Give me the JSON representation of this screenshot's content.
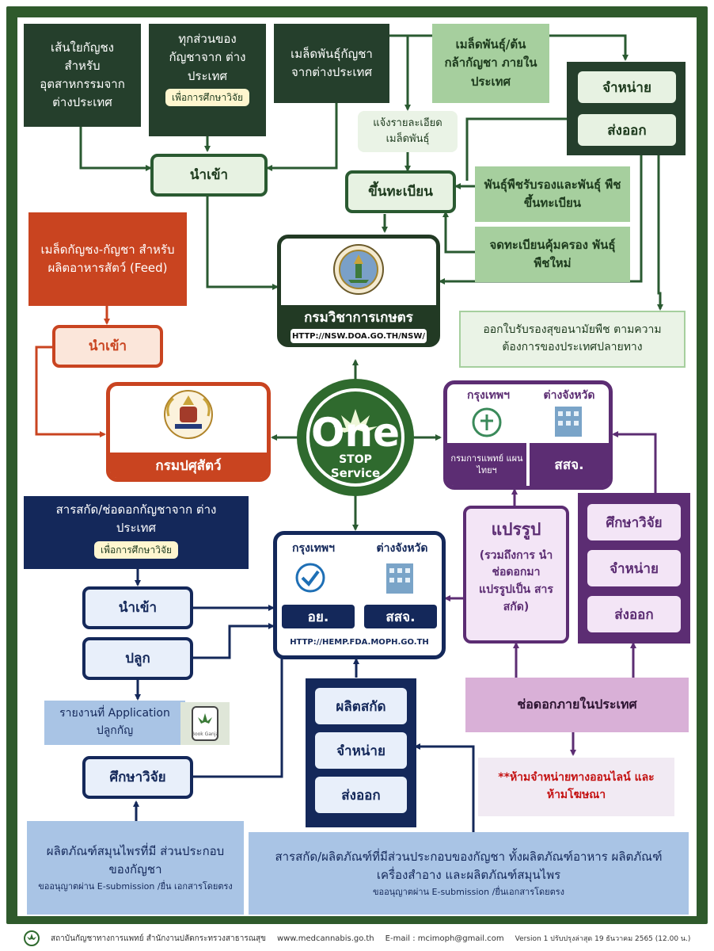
{
  "colors": {
    "dark_green": "#2f5a2c",
    "orange": "#c94420",
    "navy": "#14285a",
    "purple": "#5c2d73",
    "pink": "#d9b0d7",
    "light_blue": "#a9c4e5"
  },
  "doa": {
    "fiber": "เส้นใยกัญชง สำหรับ อุตสาหกรรมจาก ต่างประเทศ",
    "parts": "ทุกส่วนของ กัญชาจาก ต่างประเทศ",
    "parts_note": "เพื่อการศึกษาวิจัย",
    "seeds_foreign": "เมล็ดพันธุ์กัญชา จากต่างประเทศ",
    "seeds_domestic": "เมล็ดพันธุ์/ต้น กล้ากัญชา ภายในประเทศ",
    "distribute": "จำหน่าย",
    "export": "ส่งออก",
    "seed_detail": "แจ้งรายละเอียด เมล็ดพันธุ์",
    "import": "นำเข้า",
    "register": "ขึ้นทะเบียน",
    "certified": "พันธุ์พืชรับรองและพันธุ์ พืชขึ้นทะเบียน",
    "protect": "จดทะเบียนคุ้มครอง พันธุ์พืชใหม่",
    "dept_name": "กรมวิชาการเกษตร",
    "dept_url": "HTTP://NSW.DOA.GO.TH/NSW/",
    "phyto": "ออกใบรับรองสุขอนามัยพืช ตามความ ต้องการของประเทศปลายทาง"
  },
  "dld": {
    "feed": "เมล็ดกัญชง-กัญชา สำหรับผลิตอาหารสัตว์ (Feed)",
    "import": "นำเข้า",
    "dept_name": "กรมปศุสัตว์"
  },
  "center": {
    "line1": "One",
    "line2": "STOP",
    "line3": "Service"
  },
  "fda": {
    "extract_foreign": "สารสกัด/ช่อดอกกัญชาจาก ต่างประเทศ",
    "extract_note": "เพื่อการศึกษาวิจัย",
    "import": "นำเข้า",
    "plant": "ปลูก",
    "report": "รายงานที่ Application ปลูกกัญ",
    "app_icon_label": "Book Ganja",
    "research": "ศึกษาวิจัย",
    "bkk": "กรุงเทพฯ",
    "province": "ต่างจังหวัด",
    "fda_label": "อย.",
    "ssj_label": "สสจ.",
    "fda_url": "HTTP://HEMP.FDA.MOPH.GO.TH",
    "produce": "ผลิตสกัด",
    "distribute": "จำหน่าย",
    "export": "ส่งออก",
    "herbal": "ผลิตภัณฑ์สมุนไพรที่มี ส่วนประกอบของกัญชา",
    "herbal_note": "ขออนุญาตผ่าน E-submission /ยื่น เอกสารโดยตรง",
    "products": "สารสกัด/ผลิตภัณฑ์ที่มีส่วนประกอบของกัญชา ทั้งผลิตภัณฑ์อาหาร ผลิตภัณฑ์เครื่องสำอาง และผลิตภัณฑ์สมุนไพร",
    "products_note": "ขออนุญาตผ่าน E-submission /ยื่นเอกสารโดยตรง"
  },
  "dtam": {
    "bkk": "กรุงเทพฯ",
    "province": "ต่างจังหวัด",
    "dtam_label": "กรมการแพทย์ แผนไทยฯ",
    "ssj_label": "สสจ.",
    "process": "แปรรูป",
    "process_note": "(รวมถึงการ นำช่อดอกมา แปรรูปเป็น สารสกัด)",
    "research": "ศึกษาวิจัย",
    "distribute": "จำหน่าย",
    "export": "ส่งออก",
    "flower": "ช่อดอกภายในประเทศ",
    "warning": "**ห้ามจำหน่ายทางออนไลน์ และห้ามโฆษณา"
  },
  "footer": {
    "org": "สถาบันกัญชาทางการแพทย์ สำนักงานปลัดกระทรวงสาธารณสุข",
    "site": "www.medcannabis.go.th",
    "email": "E-mail : mcimoph@gmail.com",
    "version": "Version 1 ปรับปรุงล่าสุด 19 ธันวาคม 2565 (12.00 น.)"
  }
}
